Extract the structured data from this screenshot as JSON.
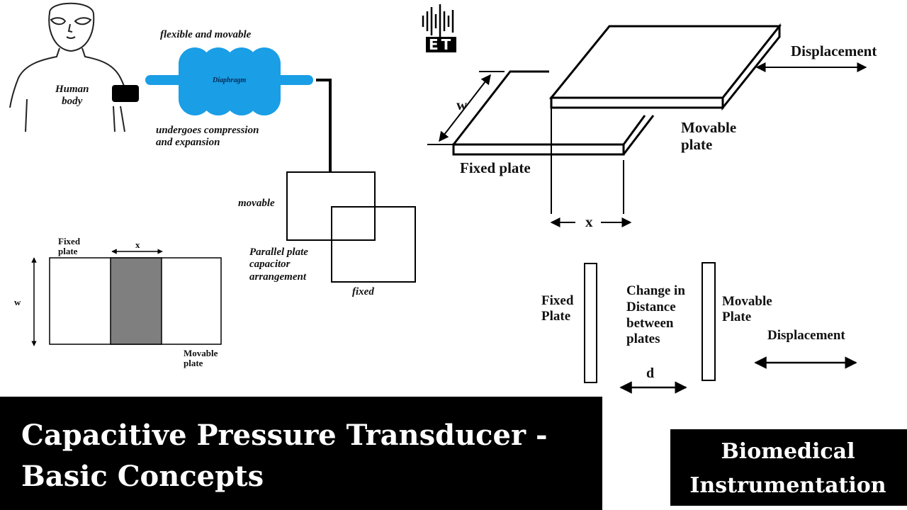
{
  "logo": {
    "text": "ET"
  },
  "left_top": {
    "body_label": "Human\nbody",
    "diaphragm_top_label": "flexible and movable",
    "diaphragm_label": "Diaphragm",
    "diaphragm_bottom_label": "undergoes compression\nand expansion",
    "movable_label": "movable",
    "fixed_label": "fixed",
    "capacitor_label": "Parallel plate\ncapacitor\narrangement"
  },
  "left_bottom": {
    "fixed_plate_label": "Fixed\nplate",
    "x_label": "x",
    "w_label": "w",
    "movable_plate_label": "Movable\nplate"
  },
  "right_top": {
    "w_label": "w",
    "fixed_plate_label": "Fixed plate",
    "movable_plate_label": "Movable\nplate",
    "displacement_label": "Displacement",
    "x_label": "x"
  },
  "right_bottom": {
    "fixed_plate_label": "Fixed\nPlate",
    "change_label": "Change in\nDistance\nbetween\nplates",
    "movable_plate_label": "Movable\nPlate",
    "displacement_label": "Displacement",
    "d_label": "d"
  },
  "banner_main": {
    "text": "Capacitive Pressure Transducer -\nBasic Concepts"
  },
  "banner_side": {
    "text": "Biomedical\nInstrumentation"
  },
  "colors": {
    "diaphragm": "#1a9ee6",
    "shade": "#7f7f7f",
    "banner_bg": "#000000",
    "banner_text": "#ffffff"
  }
}
